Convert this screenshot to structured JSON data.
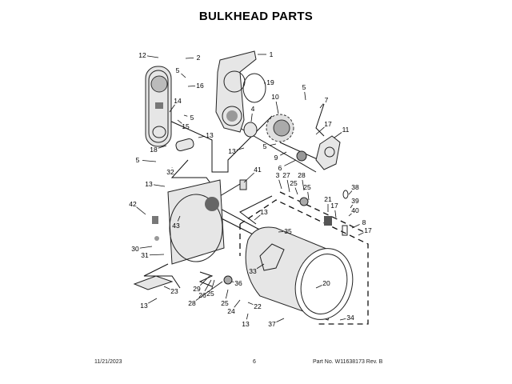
{
  "page": {
    "title": "BULKHEAD PARTS",
    "footer": {
      "date": "11/21/2023",
      "page_number": "6",
      "part_info": "Part No. W11638173  Rev. B"
    }
  },
  "diagram": {
    "callouts": [
      {
        "id": "c1",
        "num": "1"
      },
      {
        "id": "c2",
        "num": "2"
      },
      {
        "id": "c12",
        "num": "12"
      },
      {
        "id": "c5a",
        "num": "5"
      },
      {
        "id": "c16",
        "num": "16"
      },
      {
        "id": "c19",
        "num": "19"
      },
      {
        "id": "c14",
        "num": "14"
      },
      {
        "id": "c5b",
        "num": "5"
      },
      {
        "id": "c15",
        "num": "15"
      },
      {
        "id": "c4",
        "num": "4"
      },
      {
        "id": "c10",
        "num": "10"
      },
      {
        "id": "c5c",
        "num": "5"
      },
      {
        "id": "c7",
        "num": "7"
      },
      {
        "id": "c17a",
        "num": "17"
      },
      {
        "id": "c11",
        "num": "11"
      },
      {
        "id": "c13a",
        "num": "13"
      },
      {
        "id": "c18",
        "num": "18"
      },
      {
        "id": "c13b",
        "num": "13"
      },
      {
        "id": "c5d",
        "num": "5"
      },
      {
        "id": "c9",
        "num": "9"
      },
      {
        "id": "c6",
        "num": "6"
      },
      {
        "id": "c5e",
        "num": "5"
      },
      {
        "id": "c32",
        "num": "32"
      },
      {
        "id": "c41",
        "num": "41"
      },
      {
        "id": "c13c",
        "num": "13"
      },
      {
        "id": "c3",
        "num": "3"
      },
      {
        "id": "c27",
        "num": "27"
      },
      {
        "id": "c28a",
        "num": "28"
      },
      {
        "id": "c25a",
        "num": "25"
      },
      {
        "id": "c25b",
        "num": "25"
      },
      {
        "id": "c38",
        "num": "38"
      },
      {
        "id": "c42",
        "num": "42"
      },
      {
        "id": "c21",
        "num": "21"
      },
      {
        "id": "c17b",
        "num": "17"
      },
      {
        "id": "c39",
        "num": "39"
      },
      {
        "id": "c40",
        "num": "40"
      },
      {
        "id": "c43",
        "num": "43"
      },
      {
        "id": "c13d",
        "num": "13"
      },
      {
        "id": "c8",
        "num": "8"
      },
      {
        "id": "c17c",
        "num": "17"
      },
      {
        "id": "c35",
        "num": "35"
      },
      {
        "id": "c30",
        "num": "30"
      },
      {
        "id": "c31",
        "num": "31"
      },
      {
        "id": "c33",
        "num": "33"
      },
      {
        "id": "c23",
        "num": "23"
      },
      {
        "id": "c29",
        "num": "29"
      },
      {
        "id": "c26",
        "num": "26"
      },
      {
        "id": "c25c",
        "num": "25"
      },
      {
        "id": "c36",
        "num": "36"
      },
      {
        "id": "c20",
        "num": "20"
      },
      {
        "id": "c28b",
        "num": "28"
      },
      {
        "id": "c25d",
        "num": "25"
      },
      {
        "id": "c22",
        "num": "22"
      },
      {
        "id": "c24",
        "num": "24"
      },
      {
        "id": "c13e",
        "num": "13"
      },
      {
        "id": "c13f",
        "num": "13"
      },
      {
        "id": "c37",
        "num": "37"
      },
      {
        "id": "c34",
        "num": "34"
      }
    ]
  }
}
